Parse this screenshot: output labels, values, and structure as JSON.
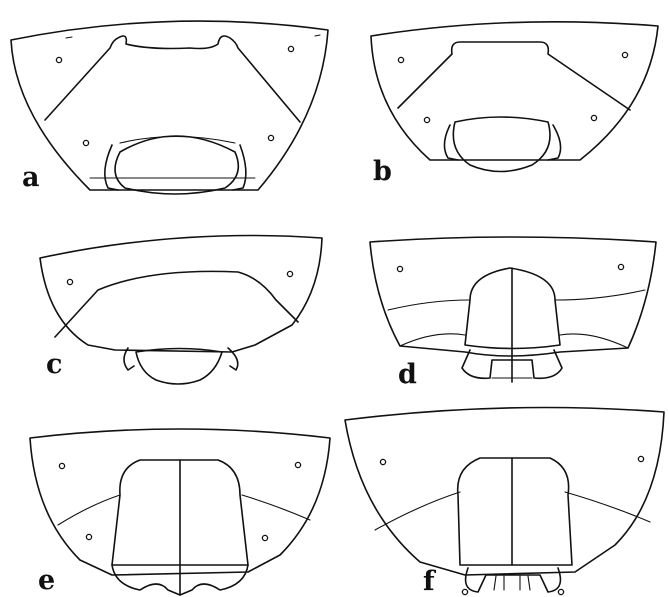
{
  "figure": {
    "panels": [
      {
        "id": "a",
        "label": "a"
      },
      {
        "id": "b",
        "label": "b"
      },
      {
        "id": "c",
        "label": "c"
      },
      {
        "id": "d",
        "label": "d"
      },
      {
        "id": "e",
        "label": "e"
      },
      {
        "id": "f",
        "label": "f"
      }
    ]
  },
  "colors": {
    "ink": "#111111",
    "paper": "#ffffff"
  }
}
